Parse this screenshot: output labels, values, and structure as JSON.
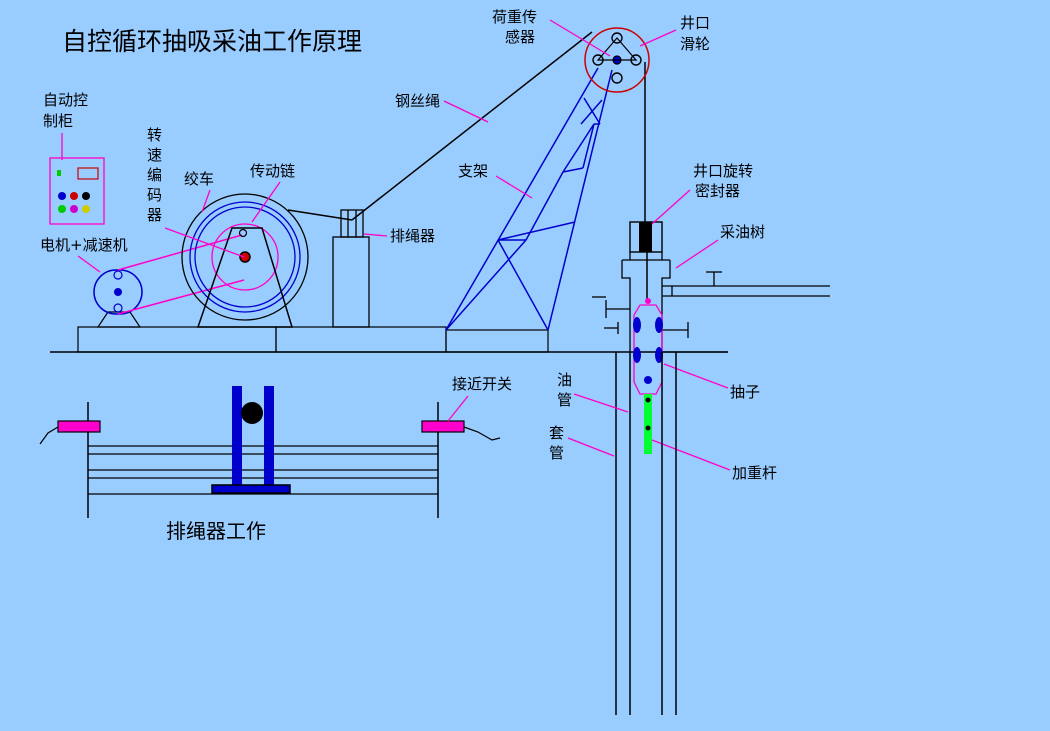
{
  "title": "自控循环抽吸采油工作原理",
  "subtitle": "排绳器工作",
  "labels": {
    "control_cabinet": [
      "自动控",
      "制柜"
    ],
    "motor_reducer": "电机+减速机",
    "encoder": [
      "转",
      "速",
      "编",
      "码",
      "器"
    ],
    "winch": "绞车",
    "chain": "传动链",
    "rope_arranger": "排绳器",
    "wire_rope": "钢丝绳",
    "support_frame": "支架",
    "load_sensor": [
      "荷重传",
      "感器"
    ],
    "wellhead_pulley": [
      "井口",
      "滑轮"
    ],
    "rotary_seal": [
      "井口旋转",
      "密封器"
    ],
    "christmas_tree": "采油树",
    "swab": "抽子",
    "tubing": [
      "油",
      "管"
    ],
    "casing": [
      "套",
      "管"
    ],
    "sinker_bar": "加重杆",
    "proximity_switch": "接近开关"
  },
  "colors": {
    "background": "#99ccff",
    "structure": "#0000cc",
    "leader": "#ff00cc",
    "magenta_block": "#ff00cc",
    "green_bar": "#00ff33",
    "line": "#000000",
    "pulley_ring": "#cc0000"
  }
}
